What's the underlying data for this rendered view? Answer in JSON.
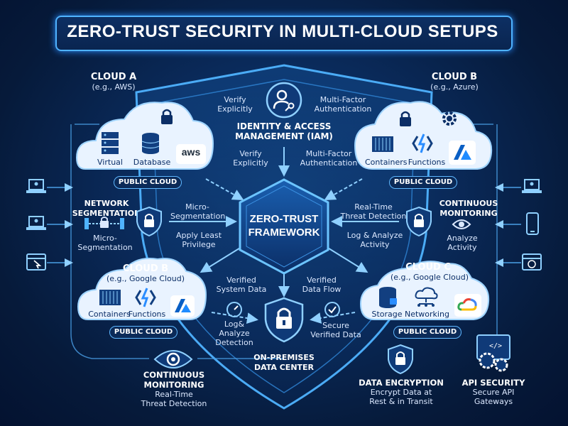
{
  "title": "ZERO-TRUST SECURITY IN MULTI-CLOUD SETUPS",
  "center": {
    "line1": "ZERO-TRUST",
    "line2": "FRAMEWORK"
  },
  "iam": {
    "title_line1": "IDENTITY & ACCESS",
    "title_line2": "MANAGEMENT (IAM)",
    "top_left": [
      "Verify",
      "Explicitly"
    ],
    "top_right": [
      "Multi-Factor",
      "Authentication"
    ],
    "bottom_left": [
      "Verify",
      "Explicitly"
    ],
    "bottom_right": [
      "Multi-Factor",
      "Authentication"
    ]
  },
  "cloud_a": {
    "title": "CLOUD A",
    "subtitle": "(e.g., AWS)",
    "items": [
      "Virtual",
      "Database"
    ],
    "logo": "aws",
    "badge": "PUBLIC CLOUD"
  },
  "cloud_b_azure": {
    "title": "CLOUD B",
    "subtitle": "(e.g., Azure)",
    "items": [
      "Containers",
      "Functions"
    ],
    "badge": "PUBLIC CLOUD"
  },
  "cloud_b_google": {
    "title": "CLOUD B",
    "subtitle": "(e.g., Google Cloud)",
    "items": [
      "Containers",
      "Functions"
    ],
    "badge": "PUBLIC CLOUD"
  },
  "cloud_c": {
    "title": "CLOUD C",
    "subtitle": "(e.g., Google Cloud)",
    "items": [
      "Storage",
      "Networking"
    ],
    "badge": "PUBLIC CLOUD"
  },
  "network": {
    "title": [
      "NETWORK",
      "SEGMENTATION"
    ],
    "sub": [
      "Micro-",
      "Segmentation"
    ],
    "arrow_top": [
      "Micro-",
      "Segmentation"
    ],
    "arrow_bottom": [
      "Apply Least",
      "Privilege"
    ]
  },
  "monitoring_right": {
    "title": [
      "CONTINUOUS",
      "MONITORING"
    ],
    "sub": [
      "Analyze",
      "Activity"
    ],
    "arrow_top": [
      "Real-Time",
      "Threat Detection"
    ],
    "arrow_bottom": [
      "Log & Analyze",
      "Activity"
    ]
  },
  "onprem": {
    "title_line1": "ON-PREMISES",
    "title_line2": "DATA CENTER",
    "left_top": [
      "Verified",
      "System Data"
    ],
    "right_top": [
      "Verified",
      "Data Flow"
    ],
    "left_bottom": [
      "Log&",
      "Analyze",
      "Detection"
    ],
    "right_bottom": [
      "Secure",
      "Verified Data"
    ]
  },
  "bottom_monitoring": {
    "title": [
      "CONTINUOUS",
      "MONITORING"
    ],
    "sub": [
      "Real-Time",
      "Threat Detection"
    ]
  },
  "encryption": {
    "title": "DATA ENCRYPTION",
    "sub": [
      "Encrypt Data at",
      "Rest & in Transit"
    ]
  },
  "api": {
    "title": "API SECURITY",
    "sub": [
      "Secure API",
      "Gateways"
    ]
  },
  "colors": {
    "bg": "#061a3a",
    "accent": "#4fb3ff",
    "glow": "#2a8dff",
    "text": "#ffffff"
  }
}
